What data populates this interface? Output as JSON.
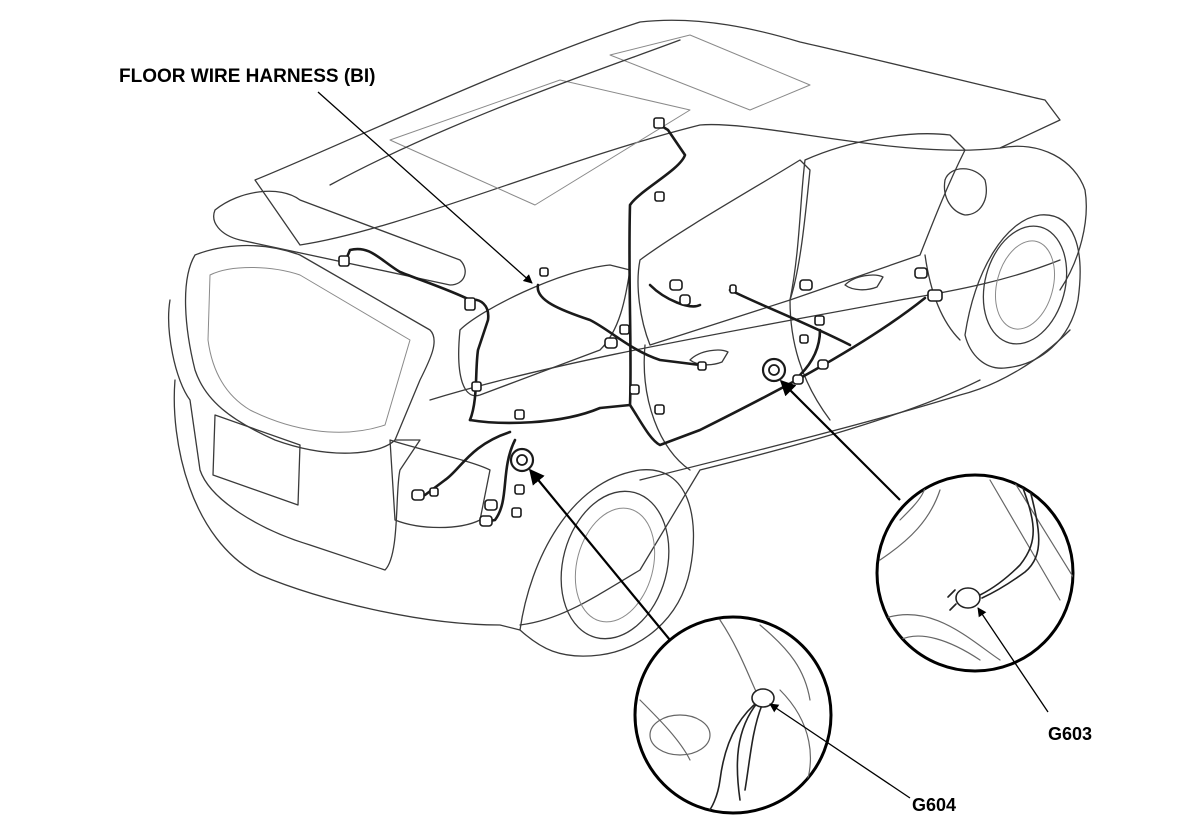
{
  "labels": {
    "harness": "FLOOR WIRE HARNESS (BI)",
    "ground_front": "G603",
    "ground_rear": "G604"
  }
}
